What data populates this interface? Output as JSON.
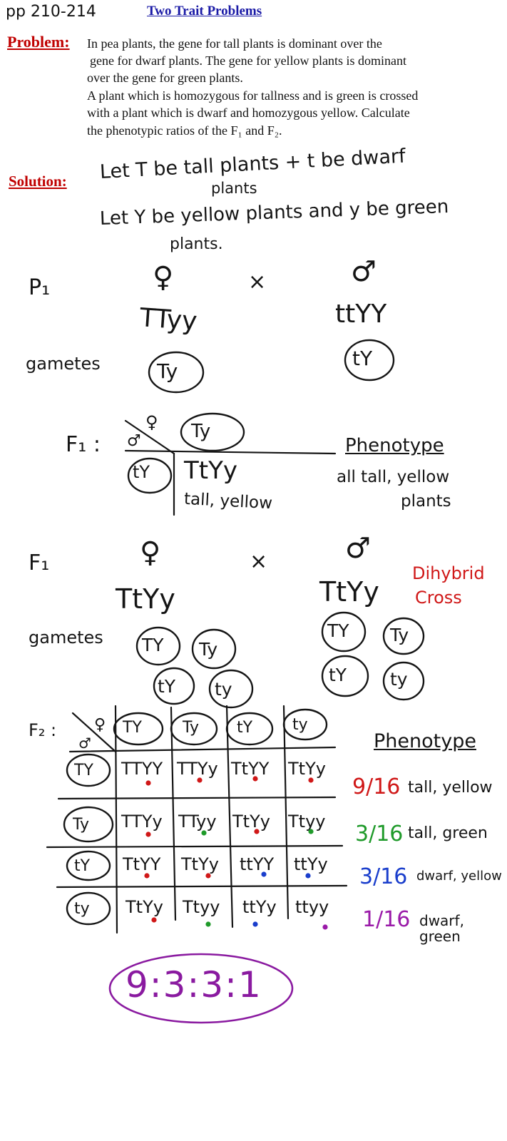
{
  "header": {
    "pages": "pp 210-214",
    "title": "Two Trait Problems"
  },
  "problem": {
    "label": "Problem:",
    "lines": [
      "In pea plants, the gene for tall plants is dominant over the",
      "gene for dwarf plants. The gene for yellow plants is dominant",
      "over the gene for green plants.",
      "A plant which is homozygous for tallness and is green is crossed",
      "with a plant which is dwarf and homozygous yellow.  Calculate",
      "the phenotypic ratios of the F₁ and F₂."
    ]
  },
  "solution": {
    "label": "Solution:",
    "let_t_line1": "Let T be tall plants + t be dwarf",
    "let_t_line2": "plants",
    "let_y_line1": "Let Y be yellow plants and y be green",
    "let_y_line2": "plants."
  },
  "p1_cross": {
    "generation": "P₁",
    "female_symbol": "♀",
    "male_symbol": "♂",
    "cross_sign": "×",
    "female_genotype": "TTyy",
    "male_genotype": "ttYY",
    "gametes_label": "gametes",
    "female_gamete": "Ty",
    "male_gamete": "tY"
  },
  "f1_square": {
    "label": "F₁ :",
    "corner_male": "♂",
    "corner_female": "♀",
    "col_gamete": "Ty",
    "row_gamete": "tY",
    "cell_genotype": "TtYy",
    "cell_phenotype": "tall, yellow",
    "phenotype_heading": "Phenotype",
    "phenotype_line1": "all tall, yellow",
    "phenotype_line2": "plants"
  },
  "f1_cross": {
    "generation": "F₁",
    "female_symbol": "♀",
    "male_symbol": "♂",
    "cross_sign": "×",
    "female_genotype": "TtYy",
    "male_genotype": "TtYy",
    "note_line1": "Dihybrid",
    "note_line2": "Cross",
    "gametes_label": "gametes",
    "female_gametes": [
      "TY",
      "Ty",
      "tY",
      "ty"
    ],
    "male_gametes": [
      "TY",
      "Ty",
      "tY",
      "ty"
    ]
  },
  "f2_square": {
    "label": "F₂ :",
    "corner_male": "♂",
    "corner_female": "♀",
    "col_gametes": [
      "TY",
      "Ty",
      "tY",
      "ty"
    ],
    "row_gametes": [
      "TY",
      "Ty",
      "tY",
      "ty"
    ],
    "rows": [
      [
        "TTYY",
        "TTYy",
        "TtYY",
        "TtYy"
      ],
      [
        "TTYy",
        "TTyy",
        "TtYy",
        "Ttyy"
      ],
      [
        "TtYY",
        "TtYy",
        "ttYY",
        "ttYy"
      ],
      [
        "TtYy",
        "Ttyy",
        "ttYy",
        "ttyy"
      ]
    ],
    "dot_colors": [
      [
        "#d01818",
        "#d01818",
        "#d01818",
        "#d01818"
      ],
      [
        "#d01818",
        "#1f9a2a",
        "#d01818",
        "#1f9a2a"
      ],
      [
        "#d01818",
        "#d01818",
        "#1a3ecc",
        "#1a3ecc"
      ],
      [
        "#d01818",
        "#1f9a2a",
        "#1a3ecc",
        "#9a1aa8"
      ]
    ]
  },
  "phenotype_summary": {
    "heading": "Phenotype",
    "items": [
      {
        "fraction": "9/16",
        "label": "tall, yellow",
        "color": "#d01818"
      },
      {
        "fraction": "3/16",
        "label": "tall, green",
        "color": "#1f9a2a"
      },
      {
        "fraction": "3/16",
        "label": "dwarf, yellow",
        "color": "#1a3ecc"
      },
      {
        "fraction": "1/16",
        "label": "dwarf, green",
        "color": "#9a1aa8"
      }
    ]
  },
  "ratio": {
    "value": "9:3:3:1",
    "color": "#8a1aa0"
  }
}
